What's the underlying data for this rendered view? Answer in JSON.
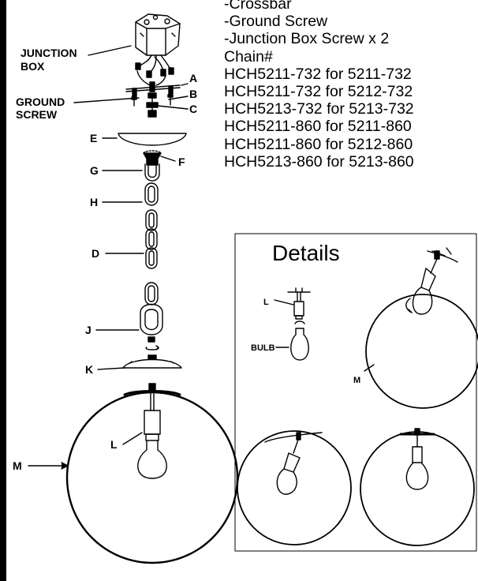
{
  "parts_list": {
    "items": [
      "-Crossbar",
      "-Ground Screw",
      "-Junction Box Screw x 2",
      "Chain#",
      "HCH5211-732 for 5211-732",
      "HCH5211-732 for 5212-732",
      "HCH5213-732 for 5213-732",
      "HCH5211-860 for 5211-860",
      "HCH5211-860 for 5212-860",
      "HCH5213-860 for 5213-860"
    ]
  },
  "labels": {
    "junction_box_1": "JUNCTION",
    "junction_box_2": "BOX",
    "ground_screw_1": "GROUND",
    "ground_screw_2": "SCREW",
    "A": "A",
    "B": "B",
    "C": "C",
    "D": "D",
    "E": "E",
    "F": "F",
    "G": "G",
    "H": "H",
    "J": "J",
    "K": "K",
    "L": "L",
    "M": "M"
  },
  "details": {
    "title": "Details",
    "label_L": "L",
    "label_bulb": "BULB",
    "label_M": "M"
  }
}
